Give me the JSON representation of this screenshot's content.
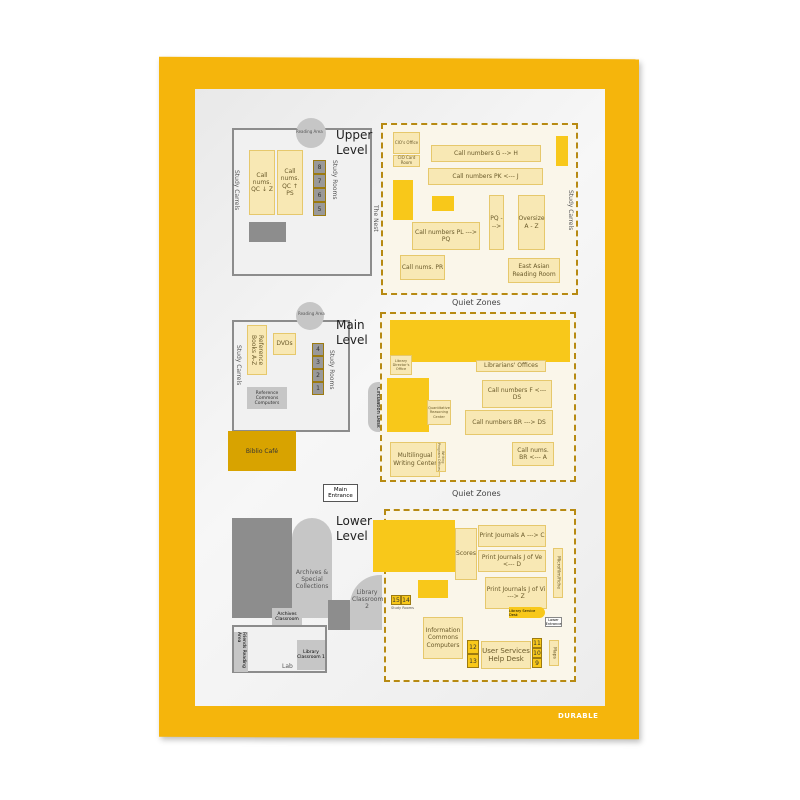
{
  "brand": "DURABLE",
  "quiet_zones": "Quiet Zones",
  "upper": {
    "title1": "Upper",
    "title2": "Level",
    "reading": "Reading Area",
    "carrels": "Study Carrels",
    "cn_qc_z": "Call nums. QC ↓ Z",
    "cn_qc_ps": "Call nums. QC ↑ PS",
    "study_rooms": "Study Rooms",
    "rooms": [
      "8",
      "7",
      "6",
      "5"
    ],
    "nest": "The Nest",
    "cio": "CIO's Office",
    "cio_card": "CIO Card Room",
    "g_h": "Call numbers G --> H",
    "pk_j": "Call numbers PK <--- J",
    "pl_pq": "Call numbers PL ---> PQ",
    "pq": "PQ --->",
    "oversize": "Oversize A - Z",
    "pr": "Call nums. PR",
    "east_asian": "East Asian Reading Room",
    "carrels_right": "Study Carrels"
  },
  "main": {
    "title1": "Main",
    "title2": "Level",
    "reading": "Reading Area",
    "reference": "Reference Books A-Z",
    "dvds": "DVDs",
    "carrels": "Study Carrels",
    "study_rooms": "Study Rooms",
    "rooms": [
      "4",
      "3",
      "2",
      "1"
    ],
    "ref_commons": "Reference Commons Computers",
    "cafe": "Biblio Café",
    "circulation": "Circulation Desk",
    "library_director": "Library Director's Office",
    "librarians": "Librarians' Offices",
    "f_ds": "Call numbers F <--- DS",
    "br_ds": "Call numbers BR ---> DS",
    "br_a": "Call nums. BR <--- A",
    "quant": "Quantitative Reasoning Center",
    "multilingual": "Multilingual Writing Center",
    "writing": "Writing Program Offices",
    "entrance": "Main Entrance"
  },
  "lower": {
    "title1": "Lower",
    "title2": "Level",
    "archives": "Archives & Special Collections",
    "classroom2": "Library Classroom 2",
    "archives_classroom": "Archives Classroom",
    "friends": "Friends Reading Area",
    "classroom1": "Library Classroom 1",
    "lab": "Lab",
    "scores": "Scores",
    "pj_a_c": "Print Journals A ---> C",
    "pj_ve_d": "Print Journals J of Ve <--- D",
    "pj_vi_z": "Print Journals J of Vi ---> Z",
    "microfilm": "Microfilm/fiche",
    "service_desk": "Library Service Desk",
    "lower_entrance": "Lower Entrance",
    "rooms_a": [
      "15",
      "14"
    ],
    "study_rooms": "Study Rooms",
    "info_commons": "Information Commons Computers",
    "rooms_b": [
      "12",
      "13"
    ],
    "help_desk": "User Services Help Desk",
    "rooms_c": [
      "11",
      "10",
      "9"
    ],
    "maps": "Maps"
  }
}
